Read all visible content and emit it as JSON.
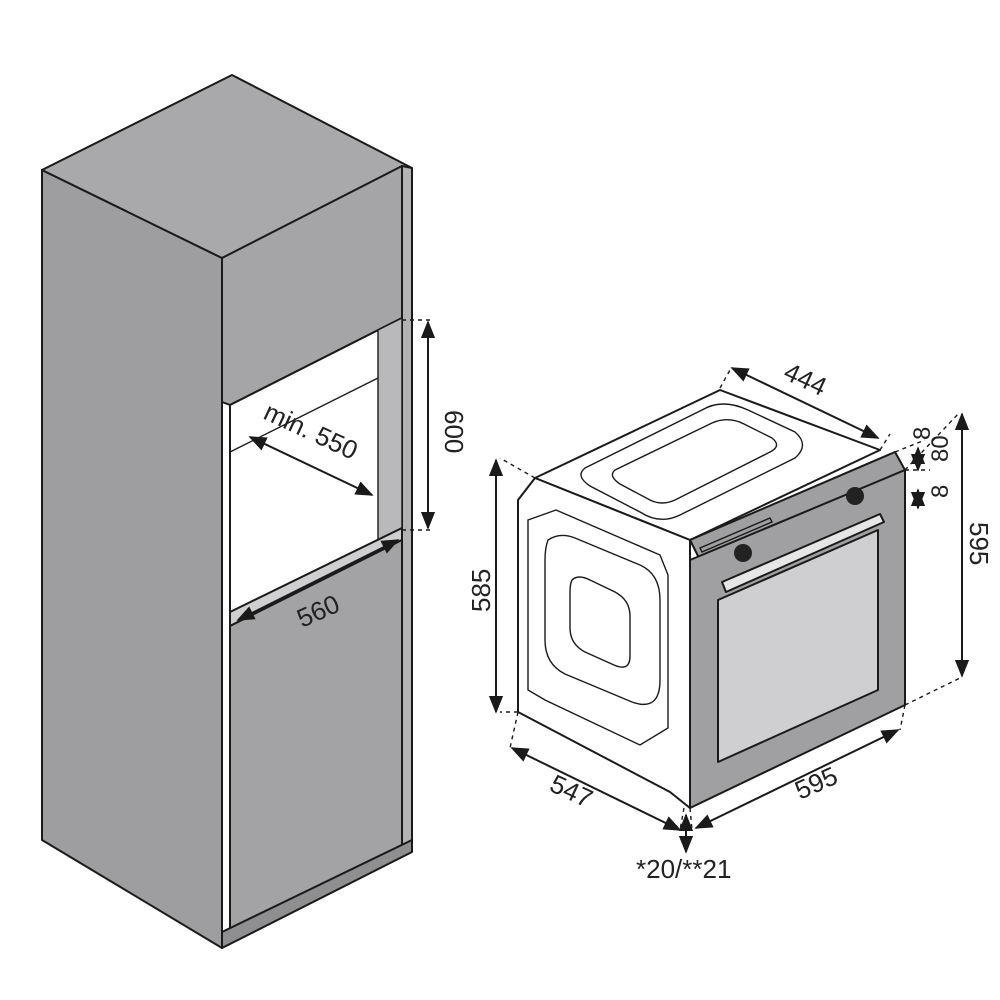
{
  "colors": {
    "cabinet_side": "#9e9ea0",
    "cabinet_top": "#a8a8aa",
    "cabinet_front": "#a3a3a5",
    "niche_interior": "#ffffff",
    "oven_front": "#9f9fa1",
    "oven_glass": "#cfcfcf",
    "line": "#1a1a1a"
  },
  "cabinet": {
    "dim_niche_depth": "min. 550",
    "dim_niche_height": "600",
    "dim_niche_width": "560"
  },
  "oven": {
    "dim_top_depth": "444",
    "dim_panel_small_a": "8",
    "dim_panel_small_b": "80",
    "dim_panel_small_c": "8",
    "dim_height_front": "595",
    "dim_height_side": "585",
    "dim_depth_bottom": "547",
    "dim_width_bottom": "595",
    "dim_frame_note": "*20/**21"
  }
}
